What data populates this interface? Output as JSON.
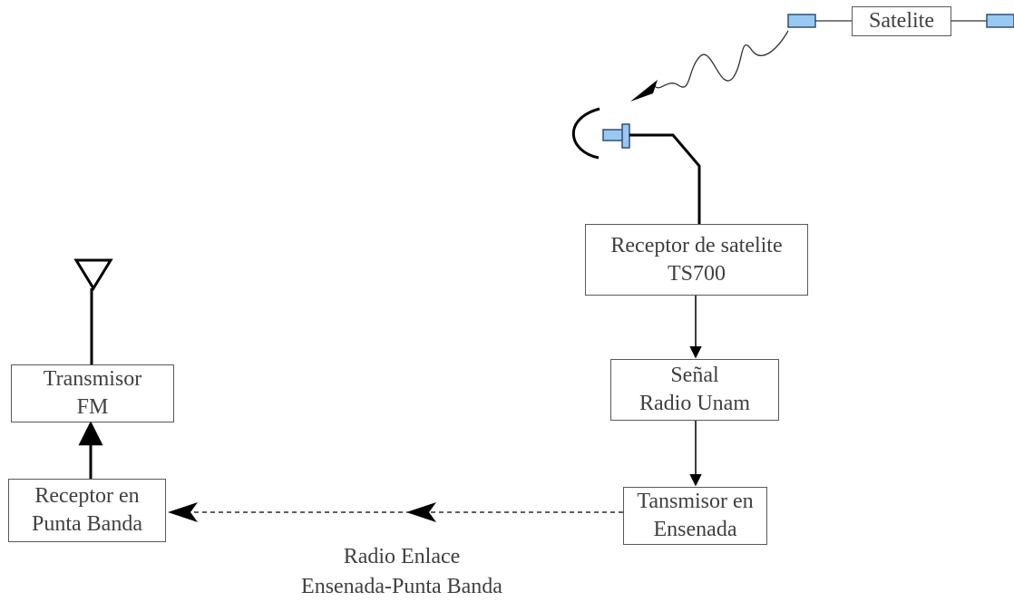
{
  "satellite": {
    "label": "Satelite"
  },
  "receiver_ts700": {
    "line1": "Receptor de satelite",
    "line2": "TS700"
  },
  "signal": {
    "line1": "Señal",
    "line2": "Radio Unam"
  },
  "transmitter_ensenada": {
    "line1": "Tansmisor en",
    "line2": "Ensenada"
  },
  "receiver_punta_banda": {
    "line1": "Receptor en",
    "line2": "Punta Banda"
  },
  "transmitter_fm": {
    "line1": "Transmisor",
    "line2": "FM"
  },
  "radio_link": {
    "line1": "Radio Enlace",
    "line2": "Ensenada-Punta Banda"
  },
  "colors": {
    "box_border": "#595959",
    "text": "#404040",
    "satellite_panel_fill": "#99c9f1",
    "satellite_panel_stroke": "#2f4f79",
    "line": "#000000"
  }
}
